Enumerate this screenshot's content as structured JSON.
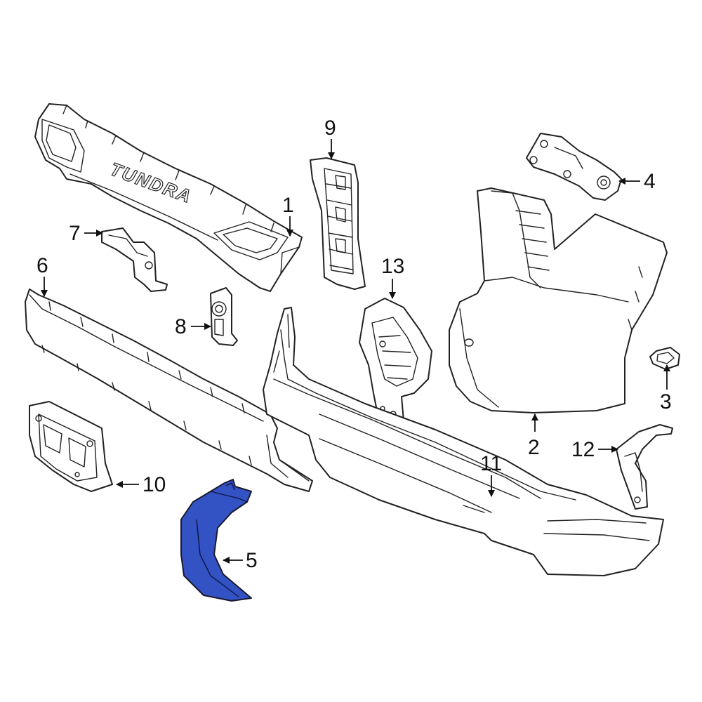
{
  "diagram": {
    "highlight_color": "#3352c4",
    "outline_color": "#222222",
    "embossed_text": "TUNDRA",
    "callouts": [
      {
        "id": "1",
        "label": "1"
      },
      {
        "id": "2",
        "label": "2"
      },
      {
        "id": "3",
        "label": "3"
      },
      {
        "id": "4",
        "label": "4"
      },
      {
        "id": "5",
        "label": "5"
      },
      {
        "id": "6",
        "label": "6"
      },
      {
        "id": "7",
        "label": "7"
      },
      {
        "id": "8",
        "label": "8"
      },
      {
        "id": "9",
        "label": "9"
      },
      {
        "id": "10",
        "label": "10"
      },
      {
        "id": "11",
        "label": "11"
      },
      {
        "id": "12",
        "label": "12"
      },
      {
        "id": "13",
        "label": "13"
      }
    ],
    "highlighted_part": "5"
  }
}
